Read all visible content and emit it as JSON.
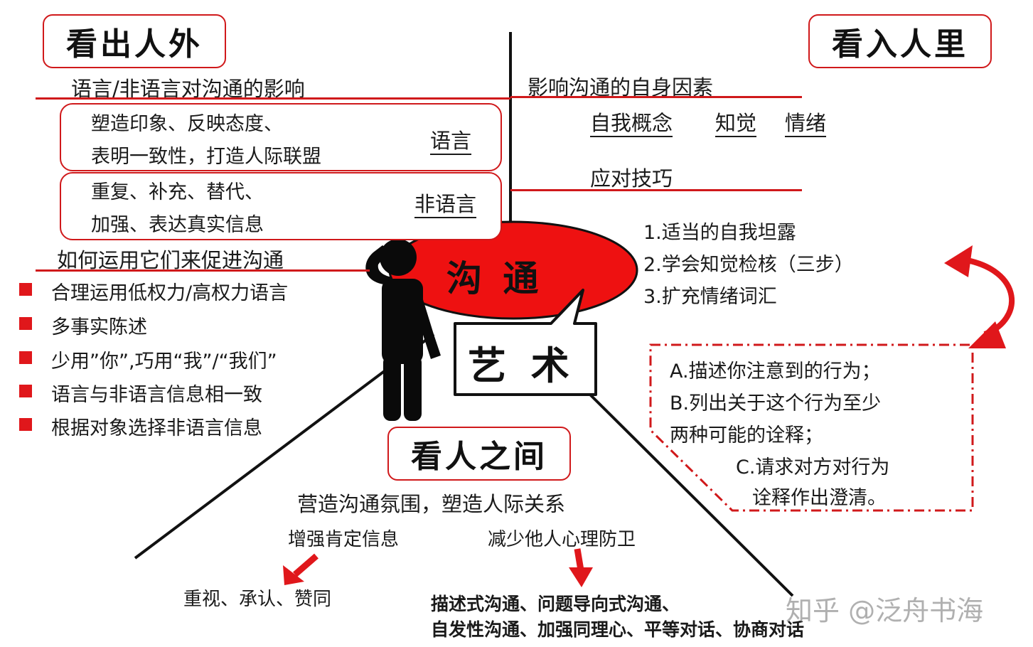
{
  "center": {
    "title": "沟 通",
    "subtitle": "艺 术"
  },
  "left": {
    "box_title": "看出人外",
    "section1_heading": "语言/非语言对沟通的影响",
    "verbal_line1": "塑造印象、反映态度、",
    "verbal_line2": "表明一致性，打造人际联盟",
    "verbal_label": "语言",
    "nonverbal_line1": "重复、补充、替代、",
    "nonverbal_line2": "加强、表达真实信息",
    "nonverbal_label": "非语言",
    "section2_heading": "如何运用它们来促进沟通",
    "bullets": [
      "合理运用低权力/高权力语言",
      "多事实陈述",
      "少用”你”,巧用“我”/“我们”",
      "语言与非语言信息相一致",
      "根据对象选择非语言信息"
    ]
  },
  "right": {
    "box_title": "看入人里",
    "heading": "影响沟通的自身因素",
    "factors": [
      "自我概念",
      "知觉",
      "情绪"
    ],
    "skills_heading": "应对技巧",
    "skills": [
      "1.适当的自我坦露",
      "2.学会知觉检核（三步）",
      "3.扩充情绪词汇"
    ],
    "steps": [
      "A.描述你注意到的行为；",
      "B.列出关于这个行为至少",
      "两种可能的诠释；",
      "C.请求对方对行为",
      "诠释作出澄清。"
    ]
  },
  "bottom": {
    "box_title": "看人之间",
    "heading": "营造沟通氛围，塑造人际关系",
    "left_branch": "增强肯定信息",
    "left_result": "重视、承认、赞同",
    "right_branch": "减少他人心理防卫",
    "right_result_line1": "描述式沟通、问题导向式沟通、",
    "right_result_line2": "自发性沟通、加强同理心、平等对话、协商对话"
  },
  "watermark": "知乎 @泛舟书海",
  "colors": {
    "accent": "#d0191b",
    "ellipse": "#ee1111",
    "figure": "#0a0a0a"
  }
}
